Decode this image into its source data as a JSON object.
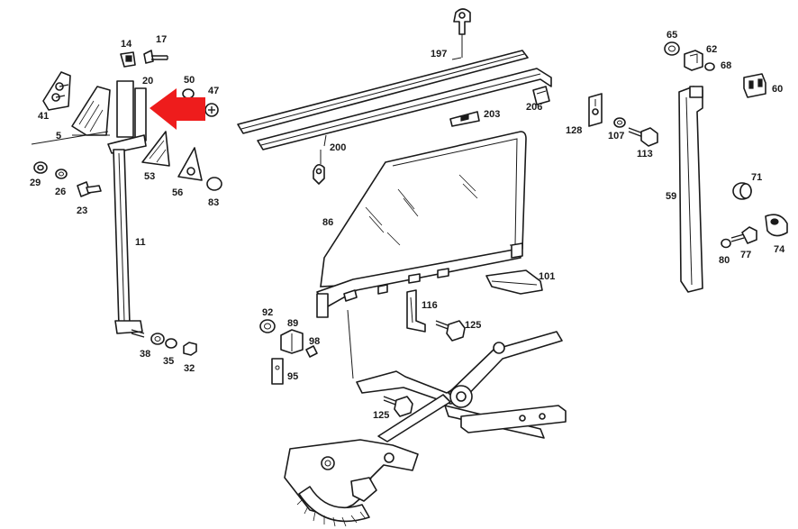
{
  "diagram": {
    "callouts": [
      {
        "id": "14",
        "text": "14"
      },
      {
        "id": "17",
        "text": "17"
      },
      {
        "id": "41",
        "text": "41"
      },
      {
        "id": "20",
        "text": "20"
      },
      {
        "id": "50",
        "text": "50"
      },
      {
        "id": "47",
        "text": "47"
      },
      {
        "id": "5",
        "text": "5"
      },
      {
        "id": "29",
        "text": "29"
      },
      {
        "id": "26",
        "text": "26"
      },
      {
        "id": "23",
        "text": "23"
      },
      {
        "id": "53",
        "text": "53"
      },
      {
        "id": "56",
        "text": "56"
      },
      {
        "id": "83",
        "text": "83"
      },
      {
        "id": "11",
        "text": "11"
      },
      {
        "id": "38",
        "text": "38"
      },
      {
        "id": "35",
        "text": "35"
      },
      {
        "id": "32",
        "text": "32"
      },
      {
        "id": "197",
        "text": "197"
      },
      {
        "id": "203",
        "text": "203"
      },
      {
        "id": "206",
        "text": "206"
      },
      {
        "id": "200",
        "text": "200"
      },
      {
        "id": "86",
        "text": "86"
      },
      {
        "id": "101",
        "text": "101"
      },
      {
        "id": "116",
        "text": "116"
      },
      {
        "id": "125a",
        "text": "125"
      },
      {
        "id": "125b",
        "text": "125"
      },
      {
        "id": "92",
        "text": "92"
      },
      {
        "id": "89",
        "text": "89"
      },
      {
        "id": "98",
        "text": "98"
      },
      {
        "id": "95",
        "text": "95"
      },
      {
        "id": "65",
        "text": "65"
      },
      {
        "id": "62",
        "text": "62"
      },
      {
        "id": "68",
        "text": "68"
      },
      {
        "id": "60",
        "text": "60"
      },
      {
        "id": "128",
        "text": "128"
      },
      {
        "id": "107",
        "text": "107"
      },
      {
        "id": "113",
        "text": "113"
      },
      {
        "id": "59",
        "text": "59"
      },
      {
        "id": "71",
        "text": "71"
      },
      {
        "id": "74",
        "text": "74"
      },
      {
        "id": "80",
        "text": "80"
      },
      {
        "id": "77",
        "text": "77"
      }
    ],
    "highlight_color": "#ee1c1c",
    "line_color": "#1a1a1a"
  }
}
